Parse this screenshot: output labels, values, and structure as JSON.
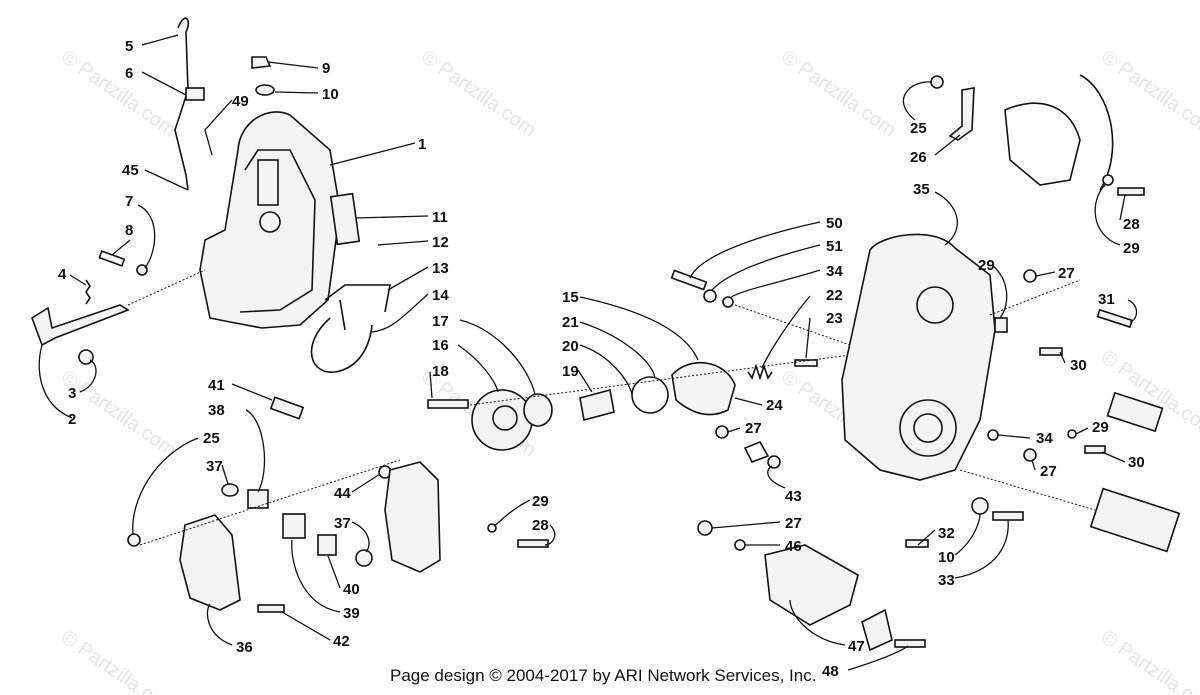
{
  "footer": "Page design © 2004-2017 by ARI Network Services, Inc.",
  "watermark": "© Partzilla.com",
  "callouts": {
    "c1": "1",
    "c2": "2",
    "c3": "3",
    "c4": "4",
    "c5": "5",
    "c6": "6",
    "c7": "7",
    "c8": "8",
    "c9": "9",
    "c10a": "10",
    "c10b": "10",
    "c11": "11",
    "c12": "12",
    "c13": "13",
    "c14": "14",
    "c15": "15",
    "c16": "16",
    "c17": "17",
    "c18": "18",
    "c19": "19",
    "c20": "20",
    "c21": "21",
    "c22": "22",
    "c23": "23",
    "c24": "24",
    "c25a": "25",
    "c25b": "25",
    "c26": "26",
    "c27a": "27",
    "c27b": "27",
    "c27c": "27",
    "c27d": "27",
    "c28a": "28",
    "c28b": "28",
    "c29a": "29",
    "c29b": "29",
    "c29c": "29",
    "c29d": "29",
    "c30a": "30",
    "c30b": "30",
    "c31": "31",
    "c32": "32",
    "c33": "33",
    "c34a": "34",
    "c34b": "34",
    "c35": "35",
    "c36": "36",
    "c37a": "37",
    "c37b": "37",
    "c38": "38",
    "c39": "39",
    "c40": "40",
    "c41": "41",
    "c42": "42",
    "c43": "43",
    "c44": "44",
    "c45": "45",
    "c46": "46",
    "c47": "47",
    "c48": "48",
    "c49": "49",
    "c50": "50",
    "c51": "51"
  }
}
